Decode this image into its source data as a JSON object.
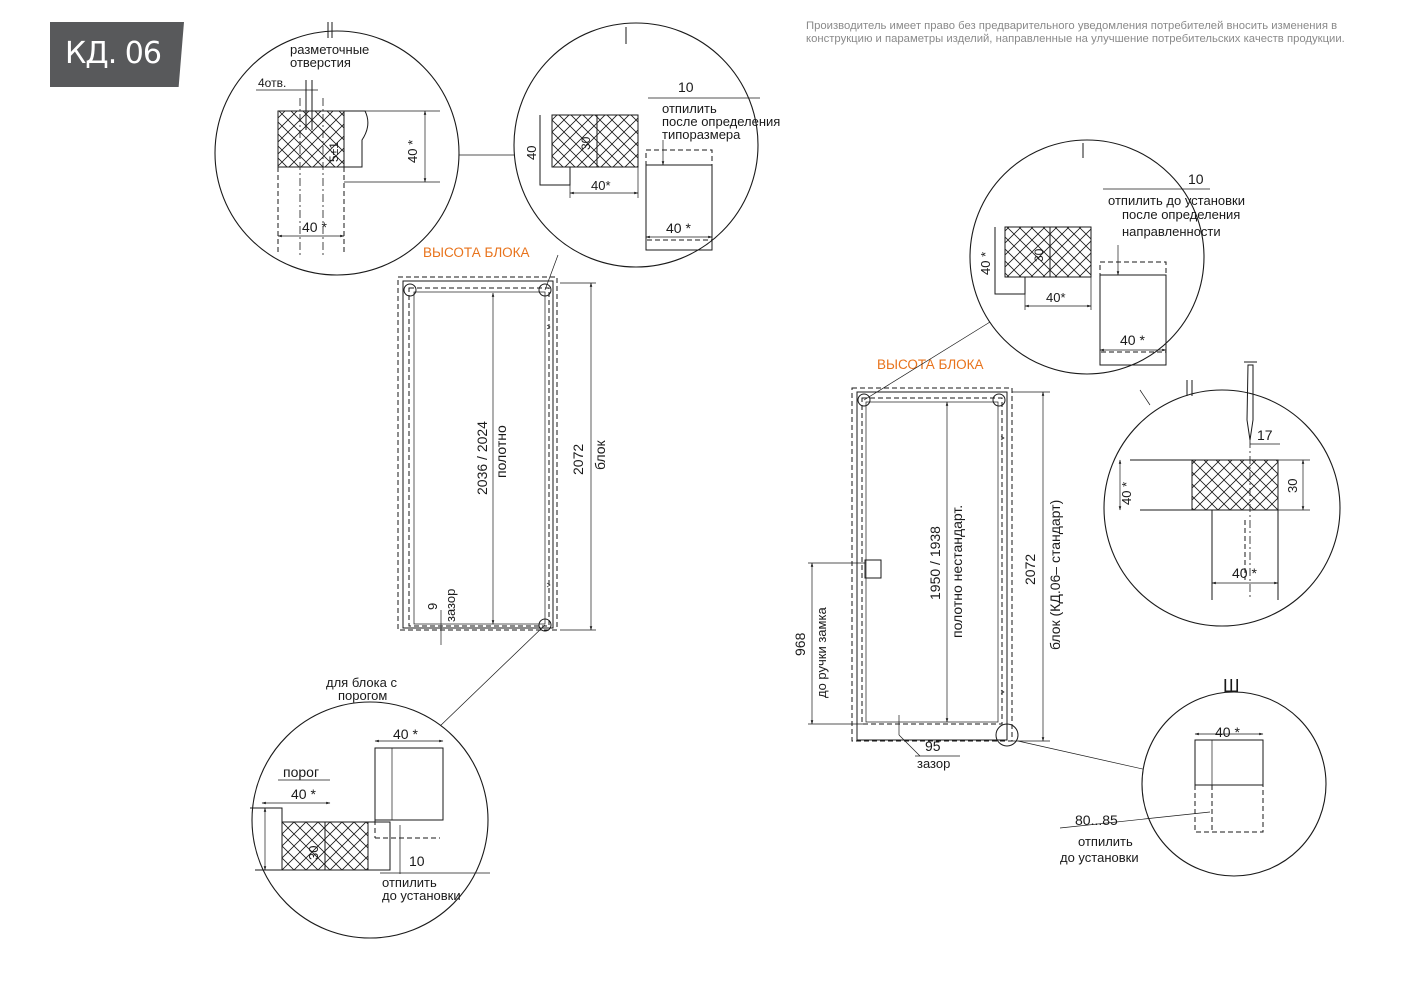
{
  "badge": {
    "label": "КД. 06"
  },
  "disclaimer": "Производитель имеет право без предварительного уведомления потребителей вносить изменения в конструкцию и параметры изделий, направленные на улучшение потребительских качеств продукции.",
  "left": {
    "block_height_label": "ВЫСОТА БЛОКА",
    "door_leaf_dim": "2036 / 2024",
    "door_leaf_label": "полотно",
    "block_dim": "2072",
    "block_label": "блок",
    "gap_dim": "9",
    "gap_label": "зазор",
    "detail_II": {
      "roman": "II",
      "marking_holes_line1": "разметочные",
      "marking_holes_line2": "отверстия",
      "holes_count": "4отв.",
      "depth_dim": "5±1",
      "height_dim": "40 *",
      "width_dim": "40 *"
    },
    "detail_I": {
      "roman": "I",
      "dim_10": "10",
      "saw_line1": "отпилить",
      "saw_line2": "после определения",
      "saw_line3": "типоразмера",
      "dim_40_left": "40",
      "dim_30": "30",
      "dim_40_mid": "40*",
      "dim_40_bottom": "40 *"
    },
    "detail_threshold": {
      "caption_line1": "для блока с",
      "caption_line2": "порогом",
      "dim_40_top": "40 *",
      "threshold_label": "порог",
      "dim_40_threshold": "40 *",
      "dim_30": "30",
      "dim_10": "10",
      "saw_line1": "отпилить",
      "saw_line2": "до установки"
    }
  },
  "right": {
    "block_height_label": "ВЫСОТА БЛОКА",
    "door_leaf_dim": "1950 / 1938",
    "door_leaf_label": "полотно нестандарт.",
    "block_dim": "2072",
    "block_label": "блок (КД.06– стандарт)",
    "handle_dim": "968",
    "handle_label": "до ручки замка",
    "gap_dim": "95",
    "gap_label": "зазор",
    "detail_I": {
      "roman": "I",
      "dim_10": "10",
      "saw_line1": "отпилить до установки",
      "saw_line2": "после определения",
      "saw_line3": "направленности",
      "dim_40_left": "40 *",
      "dim_30": "30",
      "dim_40_mid": "40*",
      "dim_40_bottom": "40 *"
    },
    "detail_II": {
      "roman": "II",
      "dim_17": "17",
      "dim_40_left": "40 *",
      "dim_30": "30",
      "dim_40_bottom": "40 *"
    },
    "detail_III": {
      "roman": "Ш",
      "dim_40_top": "40 *",
      "range_dim": "80...85",
      "saw_line1": "отпилить",
      "saw_line2": "до установки"
    }
  }
}
